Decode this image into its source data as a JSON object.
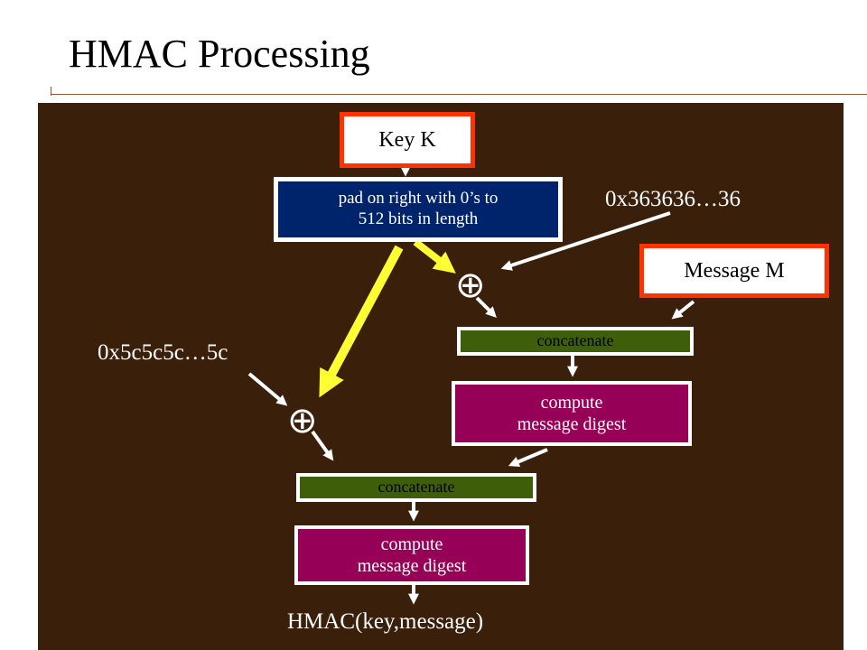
{
  "slide": {
    "title": "HMAC Processing"
  },
  "diagram": {
    "key_label": "Key K",
    "pad_label": "pad on right with 0’s to\n512 bits in length",
    "ipad_label": "0x363636…36",
    "opad_label": "0x5c5c5c…5c",
    "message_label": "Message  M",
    "xor_symbol": "⊕",
    "inner_concat_label": "concatenate",
    "inner_digest_label": "compute\nmessage digest",
    "outer_concat_label": "concatenate",
    "outer_digest_label": "compute\nmessage digest",
    "output_label": "HMAC(key,message)"
  },
  "colors": {
    "background_panel": "#3a1f0a",
    "key_border": "#ff3300",
    "pad_fill": "#00246b",
    "concat_fill": "#3f5e09",
    "digest_fill": "#970057",
    "highlight_arrow": "#ffff33",
    "arrow": "#ffffff"
  }
}
